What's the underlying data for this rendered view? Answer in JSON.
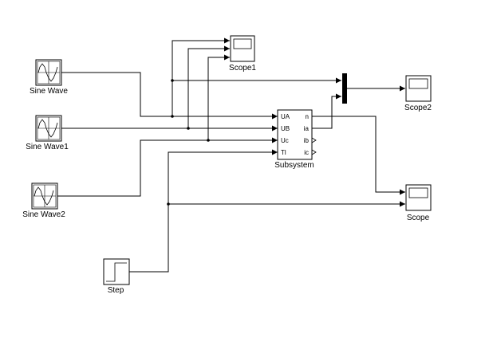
{
  "blocks": {
    "sine_wave": "Sine Wave",
    "sine_wave1": "Sine Wave1",
    "sine_wave2": "Sine Wave2",
    "step": "Step",
    "scope1": "Scope1",
    "scope2": "Scope2",
    "scope": "Scope",
    "subsystem": {
      "label": "Subsystem",
      "inputs": [
        "UA",
        "UB",
        "Uc",
        "Tl"
      ],
      "outputs": [
        "n",
        "ia",
        "ib",
        "ic"
      ]
    }
  }
}
